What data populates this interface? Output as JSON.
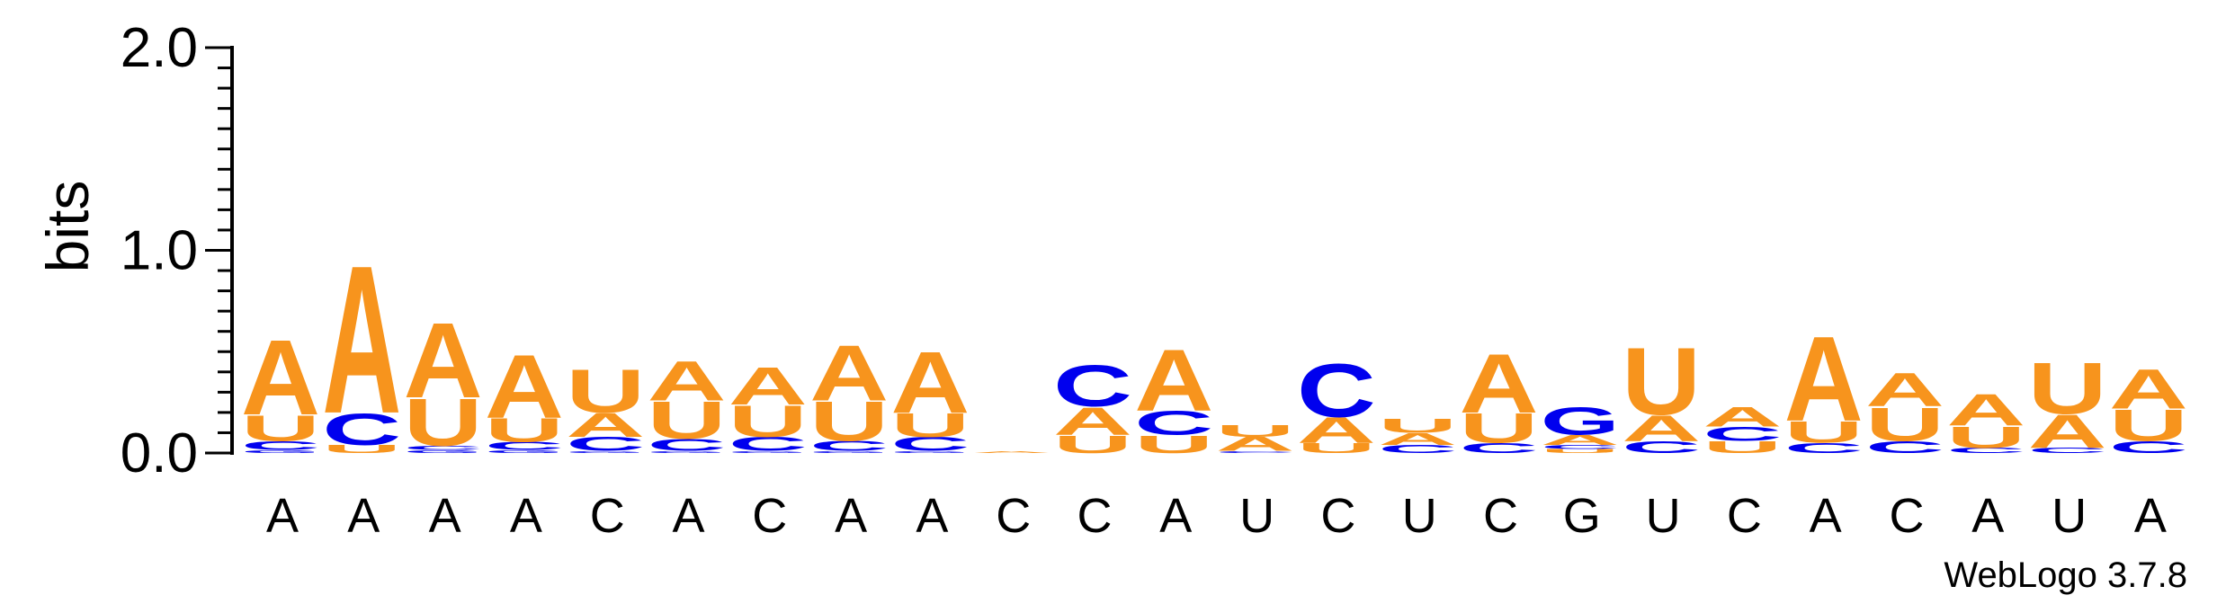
{
  "chart_data": {
    "type": "sequence-logo",
    "ylabel": "bits",
    "ylim": [
      0,
      2.0
    ],
    "yticks": [
      "0.0",
      "1.0",
      "2.0"
    ],
    "xticks": [
      "A",
      "A",
      "A",
      "A",
      "C",
      "A",
      "C",
      "A",
      "A",
      "C",
      "C",
      "A",
      "U",
      "C",
      "U",
      "C",
      "G",
      "U",
      "C",
      "A",
      "C",
      "A",
      "U",
      "A"
    ],
    "credit": "WebLogo 3.7.8",
    "colors": {
      "A": "#f7941d",
      "U": "#f7941d",
      "C": "#0000ee",
      "G": "#0000ee"
    },
    "positions": [
      [
        [
          "G",
          0.015
        ],
        [
          "C",
          0.045
        ],
        [
          "U",
          0.13
        ],
        [
          "A",
          0.38
        ]
      ],
      [
        [
          "U",
          0.04
        ],
        [
          "C",
          0.16
        ],
        [
          "A",
          0.75
        ]
      ],
      [
        [
          "G",
          0.015
        ],
        [
          "C",
          0.02
        ],
        [
          "U",
          0.24
        ],
        [
          "A",
          0.38
        ]
      ],
      [
        [
          "G",
          0.015
        ],
        [
          "C",
          0.04
        ],
        [
          "U",
          0.12
        ],
        [
          "A",
          0.32
        ]
      ],
      [
        [
          "G",
          0.01
        ],
        [
          "C",
          0.07
        ],
        [
          "A",
          0.12
        ],
        [
          "U",
          0.22
        ]
      ],
      [
        [
          "G",
          0.01
        ],
        [
          "C",
          0.06
        ],
        [
          "U",
          0.19
        ],
        [
          "A",
          0.2
        ]
      ],
      [
        [
          "G",
          0.01
        ],
        [
          "C",
          0.07
        ],
        [
          "U",
          0.16
        ],
        [
          "A",
          0.19
        ]
      ],
      [
        [
          "G",
          0.01
        ],
        [
          "C",
          0.05
        ],
        [
          "U",
          0.2
        ],
        [
          "A",
          0.28
        ]
      ],
      [
        [
          "G",
          0.01
        ],
        [
          "C",
          0.07
        ],
        [
          "U",
          0.12
        ],
        [
          "A",
          0.31
        ]
      ],
      [
        [
          "A",
          0.01
        ]
      ],
      [
        [
          "U",
          0.09
        ],
        [
          "A",
          0.14
        ],
        [
          "C",
          0.21
        ]
      ],
      [
        [
          "U",
          0.09
        ],
        [
          "C",
          0.12
        ],
        [
          "A",
          0.31
        ]
      ],
      [
        [
          "C",
          0.01
        ],
        [
          "A",
          0.07
        ],
        [
          "U",
          0.06
        ]
      ],
      [
        [
          "U",
          0.05
        ],
        [
          "A",
          0.13
        ],
        [
          "C",
          0.27
        ]
      ],
      [
        [
          "C",
          0.04
        ],
        [
          "A",
          0.06
        ],
        [
          "U",
          0.07
        ]
      ],
      [
        [
          "C",
          0.05
        ],
        [
          "U",
          0.15
        ],
        [
          "A",
          0.3
        ]
      ],
      [
        [
          "U",
          0.02
        ],
        [
          "C",
          0.02
        ],
        [
          "A",
          0.05
        ],
        [
          "G",
          0.14
        ]
      ],
      [
        [
          "C",
          0.06
        ],
        [
          "A",
          0.13
        ],
        [
          "U",
          0.34
        ]
      ],
      [
        [
          "U",
          0.06
        ],
        [
          "C",
          0.07
        ],
        [
          "A",
          0.1
        ]
      ],
      [
        [
          "C",
          0.05
        ],
        [
          "U",
          0.11
        ],
        [
          "A",
          0.43
        ]
      ],
      [
        [
          "C",
          0.06
        ],
        [
          "U",
          0.17
        ],
        [
          "A",
          0.17
        ]
      ],
      [
        [
          "C",
          0.025
        ],
        [
          "U",
          0.11
        ],
        [
          "A",
          0.16
        ]
      ],
      [
        [
          "C",
          0.025
        ],
        [
          "A",
          0.17
        ],
        [
          "U",
          0.26
        ]
      ],
      [
        [
          "C",
          0.06
        ],
        [
          "U",
          0.16
        ],
        [
          "A",
          0.2
        ]
      ]
    ]
  }
}
